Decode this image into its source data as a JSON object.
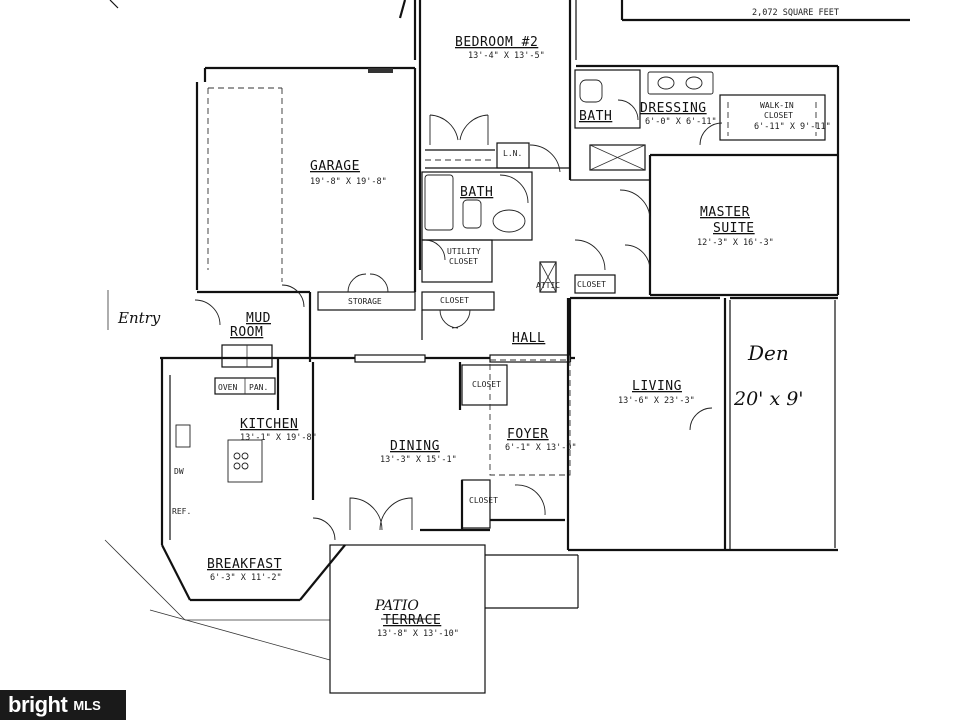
{
  "header": {
    "square_feet": "2,072 SQUARE FEET"
  },
  "rooms": {
    "bedroom2": {
      "name": "BEDROOM #2",
      "dims": "13'-4\" X 13'-5\""
    },
    "garage": {
      "name": "GARAGE",
      "dims": "19'-8\" X 19'-8\""
    },
    "bath_upper": {
      "name": "BATH"
    },
    "dressing": {
      "name": "DRESSING",
      "dims": "6'-0\" X 6'-11\""
    },
    "walkin": {
      "name": "WALK-IN",
      "name2": "CLOSET",
      "dims": "6'-11\" X 9'-11\""
    },
    "bath_mid": {
      "name": "BATH"
    },
    "master": {
      "name": "MASTER",
      "name2": "SUITE",
      "dims": "12'-3\" X 16'-3\""
    },
    "mudroom": {
      "name": "MUD",
      "name2": "ROOM"
    },
    "kitchen": {
      "name": "KITCHEN",
      "dims": "13'-1\" X 19'-8\""
    },
    "dining": {
      "name": "DINING",
      "dims": "13'-3\" X 15'-1\""
    },
    "foyer": {
      "name": "FOYER",
      "dims": "6'-1\" X 13'-9\""
    },
    "living": {
      "name": "LIVING",
      "dims": "13'-6\" X 23'-3\""
    },
    "breakfast": {
      "name": "BREAKFAST",
      "dims": "6'-3\" X 11'-2\""
    },
    "terrace": {
      "name_hand": "PATIO",
      "name": "TERRACE",
      "dims": "13'-8\" X 13'-10\""
    }
  },
  "labels": {
    "ln": "L.N.",
    "utility": "UTILITY",
    "utility2": "CLOSET",
    "storage": "STORAGE",
    "closet_hall": "CLOSET",
    "attic": "ATTIC",
    "closet_master": "CLOSET",
    "hall": "HALL",
    "closet_foyer_top": "CLOSET",
    "closet_foyer_bottom": "CLOSET",
    "oven": "OVEN",
    "pan": "PAN.",
    "dw": "DW",
    "ref": "REF.",
    "entry": "Entry"
  },
  "handwritten": {
    "den": "Den",
    "den_dims": "20' x 9'"
  },
  "watermark": {
    "brand": "bright",
    "suffix": "MLS"
  }
}
